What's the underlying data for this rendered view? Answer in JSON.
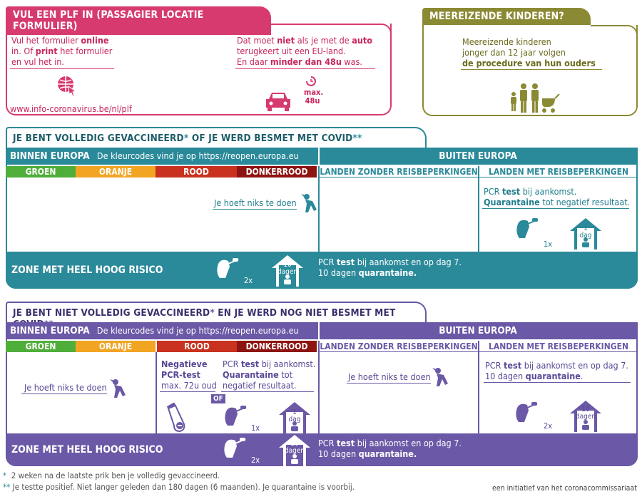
{
  "plf": {
    "tab": "VUL EEN PLF IN (PASSAGIER LOCATIE FORMULIER)",
    "left_line1_a": "Vul het formulier ",
    "left_line1_b": "online",
    "left_line2_a": "in. Of ",
    "left_line2_b": "print",
    "left_line2_c": " het formulier",
    "left_line3": "en vul het in.",
    "url": "www.info-coronavirus.be/nl/plf",
    "right_line1_a": "Dat moet ",
    "right_line1_b": "niet",
    "right_line1_c": " als je met de ",
    "right_line1_d": "auto",
    "right_line2": "terugkeert uit een EU-land.",
    "right_line3_a": "En daar ",
    "right_line3_b": "minder dan 48u",
    "right_line3_c": " was.",
    "max_label": "max.",
    "max_value": "48u"
  },
  "kids": {
    "tab": "MEEREIZENDE KINDEREN?",
    "line1": "Meereizende kinderen",
    "line2": "jonger dan 12 jaar volgen",
    "line3": "de procedure van hun ouders"
  },
  "vacc": {
    "tab_a": "JE BENT VOLLEDIG GEVACCINEERD",
    "tab_star": "*",
    "tab_b": " OF JE WERD BESMET MET COVID",
    "tab_star2": "**",
    "europe_title": "BINNEN EUROPA",
    "europe_sub": "De kleurcodes vind je op https://reopen.europa.eu",
    "outside_title": "BUITEN EUROPA",
    "colors": [
      "GROEN",
      "ORANJE",
      "ROOD",
      "DONKERROOD"
    ],
    "col_no_restr": "LANDEN ZONDER REISBEPERKINGEN",
    "col_restr": "LANDEN MET REISBEPERKINGEN",
    "nothing": "Je hoeft niks te doen",
    "restr_line1_a": "PCR ",
    "restr_line1_b": "test",
    "restr_line1_c": " bij aankomst.",
    "restr_line2_a": "Quarantaine",
    "restr_line2_b": " tot negatief resultaat.",
    "x1": "1x",
    "day1_num": "1",
    "day1_label": "dag",
    "zone": "ZONE MET HEEL HOOG RISICO",
    "zone_x": "2x",
    "zone_days_num": "10",
    "zone_days_label": "dagen",
    "zone_line1_a": "PCR ",
    "zone_line1_b": "test",
    "zone_line1_c": " bij aankomst en op dag 7.",
    "zone_line2_a": "10 dagen ",
    "zone_line2_b": "quarantaine."
  },
  "notvacc": {
    "tab_a": "JE BENT NIET VOLLEDIG GEVACCINEERD",
    "tab_star": "*",
    "tab_b": "  EN JE WERD NOG NIET BESMET MET COVID",
    "tab_star2": "**",
    "europe_title": "BINNEN EUROPA",
    "europe_sub": "De kleurcodes vind je op https://reopen.europa.eu",
    "outside_title": "BUITEN EUROPA",
    "colors": [
      "GROEN",
      "ORANJE",
      "ROOD",
      "DONKERROOD"
    ],
    "col_no_restr": "LANDEN ZONDER REISBEPERKINGEN",
    "col_restr": "LANDEN MET REISBEPERKINGEN",
    "nothing": "Je hoeft niks te doen",
    "red_line1": "Negatieve",
    "red_line2": "PCR-test",
    "red_line3": "max. 72u oud",
    "of": "OF",
    "dred_line1_a": "PCR ",
    "dred_line1_b": "test",
    "dred_line1_c": " bij aankomst.",
    "dred_line2": "Quarantaine",
    "dred_line2_b": " tot",
    "dred_line3": "negatief resultaat.",
    "x1": "1x",
    "day1_num": "1",
    "day1_label": "dag",
    "restr_line1_a": "PCR ",
    "restr_line1_b": "test",
    "restr_line1_c": " bij aankomst en op dag 7.",
    "restr_line2_a": "10 dagen ",
    "restr_line2_b": "quarantaine",
    "restr_line2_c": ".",
    "restr_x": "2x",
    "restr_days_num": "10",
    "restr_days_label": "dagen",
    "zone": "ZONE MET HEEL HOOG RISICO",
    "zone_x": "2x",
    "zone_days_num": "10",
    "zone_days_label": "dagen",
    "zone_line1_a": "PCR ",
    "zone_line1_b": "test",
    "zone_line1_c": " bij aankomst en op dag 7.",
    "zone_line2_a": "10 dagen ",
    "zone_line2_b": "quarantaine."
  },
  "footer": {
    "note1_mark": "*",
    "note1": "2 weken na de laatste prik ben je volledig gevaccineerd.",
    "note2_mark": "**",
    "note2": "Je testte positief. Niet langer geleden dan 180 dagen (6 maanden). Je quarantaine is voorbij.",
    "credit": "een initiatief van het coronacommissariaat"
  },
  "colors": {
    "pink": "#d63a6e",
    "olive": "#8b8a34",
    "teal": "#2b8a9a",
    "purple": "#6b58a6",
    "green": "#4fae3a",
    "orange": "#f2a423",
    "red": "#c8321e",
    "darkred": "#8e1411"
  }
}
